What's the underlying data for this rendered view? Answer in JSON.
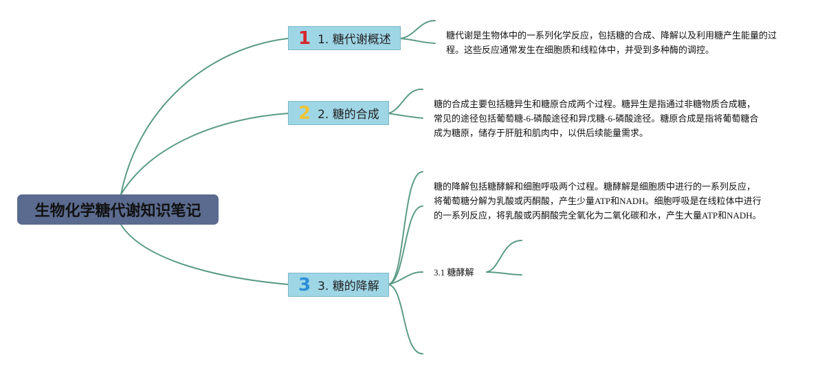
{
  "root": "生物化学糖代谢知识笔记",
  "topics": [
    {
      "num": "1",
      "label": "1. 糖代谢概述",
      "badge_color": "#d8262e",
      "text": "糖代谢是生物体中的一系列化学反应，包括糖的合成、降解以及利用糖产生能量的过程。这些反应通常发生在细胞质和线粒体中，并受到多种酶的调控。"
    },
    {
      "num": "2",
      "label": "2. 糖的合成",
      "badge_color": "#f2c531",
      "text": "糖的合成主要包括糖异生和糖原合成两个过程。糖异生是指通过非糖物质合成糖，常见的途径包括葡萄糖-6-磷酸途径和异戊糖-6-磷酸途径。糖原合成是指将葡萄糖合成为糖原，储存于肝脏和肌肉中，以供后续能量需求。"
    },
    {
      "num": "3",
      "label": "3. 糖的降解",
      "badge_color": "#2a8fd8",
      "text": "糖的降解包括糖酵解和细胞呼吸两个过程。糖酵解是细胞质中进行的一系列反应，将葡萄糖分解为乳酸或丙酮酸，产生少量ATP和NADH。细胞呼吸是在线粒体中进行的一系列反应，将乳酸或丙酮酸完全氧化为二氧化碳和水，产生大量ATP和NADH。",
      "sub": "3.1 糖酵解"
    }
  ],
  "colors": {
    "edge": "#5a9a86",
    "root_bg": "#5b6b8f",
    "topic_bg": "#9fd6e6"
  }
}
